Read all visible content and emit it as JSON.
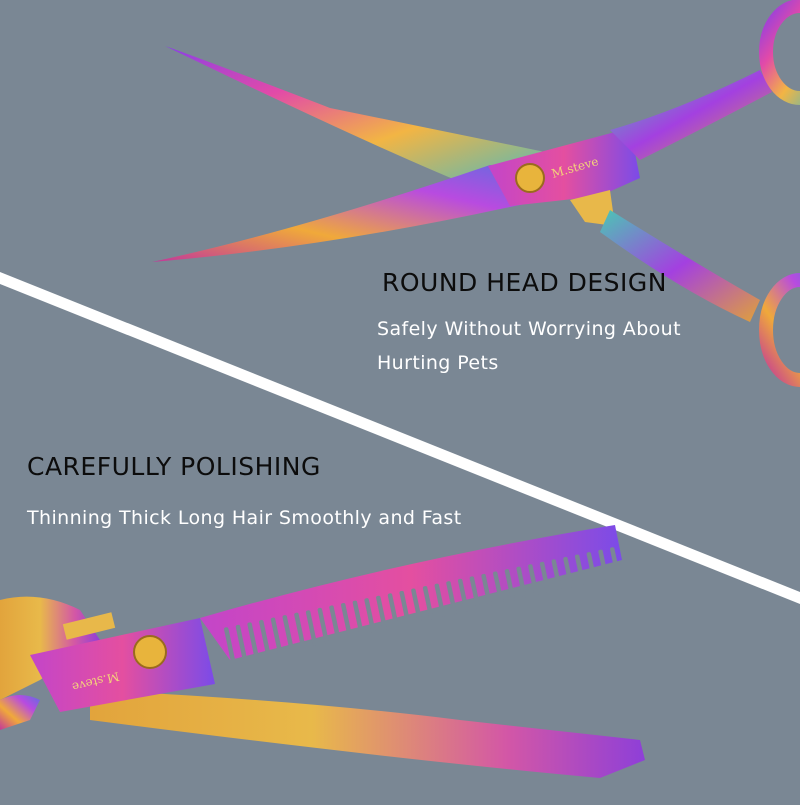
{
  "colors": {
    "background": "#7a8794",
    "heading": "#0c0c0c",
    "subtext": "#ffffff",
    "divider": "#ffffff",
    "blade_gradient": [
      "#9b3be0",
      "#e0498f",
      "#f0b23e",
      "#4fc4b8"
    ]
  },
  "feature_top": {
    "heading": "ROUND HEAD DESIGN",
    "line1": "Safely Without Worrying About",
    "line2": "Hurting Pets"
  },
  "feature_bottom": {
    "heading": "CAREFULLY POLISHING",
    "line1": "Thinning Thick Long Hair Smoothly and Fast"
  },
  "brand": {
    "engraving_top": "M.steve",
    "engraving_bottom": "M.steve"
  }
}
